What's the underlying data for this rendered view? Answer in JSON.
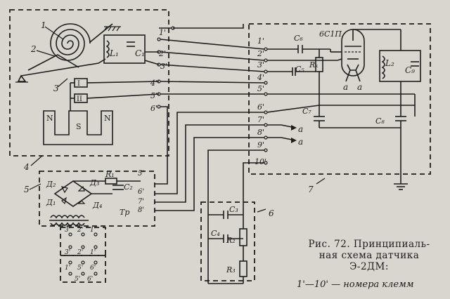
{
  "caption": {
    "figure": "Рис.   72.   Принципиаль-",
    "line2": "ная  схема  датчика",
    "line3": "Э-2ДМ:",
    "legend": "1'—10' — номера  клемм"
  },
  "callouts": [
    "1",
    "2",
    "3",
    "4",
    "5",
    "6",
    "7"
  ],
  "terminals": [
    "1'",
    "2'",
    "3'",
    "4'",
    "5'",
    "6'",
    "7'",
    "8'",
    "9'",
    "10'"
  ],
  "components": {
    "L1": "L₁",
    "C1": "C₁",
    "L2": "L₂",
    "C9": "C₉",
    "C6": "C₆",
    "C5": "C₅",
    "C7": "C₇",
    "C8": "C₈",
    "C3": "C₃",
    "C4": "C₄",
    "R2": "R₂",
    "R3": "R₃",
    "Rk": "Rₖ",
    "R1": "R₁",
    "C2": "C₂",
    "D1": "Д₁",
    "D2": "Д₂",
    "D3": "Д₃",
    "D4": "Д₄",
    "Tr": "Тр",
    "tube": "6С1П",
    "N_left": "N",
    "S": "S",
    "N_right": "N",
    "coil_I": "I",
    "coil_II": "II",
    "out_a": "a",
    "in_a1": "a",
    "in_a2": "a"
  },
  "block_terminals": {
    "b5": "5'",
    "b6": "6'",
    "b7": "7'",
    "b8": "8'",
    "t3": "3'",
    "t2": "2'",
    "t1": "1'",
    "t3b": "3'",
    "t2b": "2'",
    "t1b": "1'",
    "t5": "5'",
    "t6": "6'",
    "s1": "1'",
    "s5": "5'",
    "s6": "6'"
  },
  "colors": {
    "ink": "#1d1d1d",
    "paper": "#d9d6cf"
  }
}
